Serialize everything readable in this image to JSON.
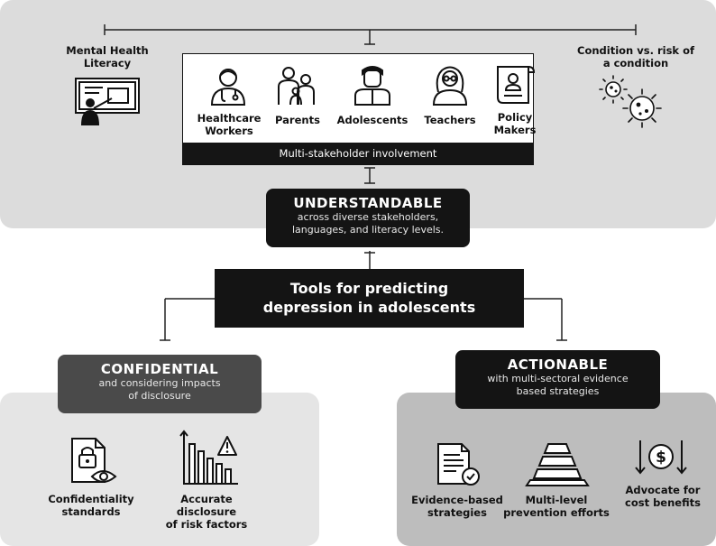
{
  "top_section": {
    "left_label": "Mental Health\nLiteracy",
    "right_label": "Condition vs. risk of\na condition",
    "stakeholders": [
      {
        "label": "Healthcare\nWorkers",
        "icon": "healthcare-worker-icon"
      },
      {
        "label": "Parents",
        "icon": "parents-icon"
      },
      {
        "label": "Adolescents",
        "icon": "adolescent-icon"
      },
      {
        "label": "Teachers",
        "icon": "teacher-icon"
      },
      {
        "label": "Policy\nMakers",
        "icon": "policy-maker-icon"
      }
    ],
    "stakeholder_bar": "Multi-stakeholder involvement"
  },
  "understandable": {
    "title": "UNDERSTANDABLE",
    "subtitle": "across diverse stakeholders,\nlanguages, and literacy levels."
  },
  "center": {
    "title": "Tools for predicting\ndepression in adolescents"
  },
  "confidential": {
    "title": "CONFIDENTIAL",
    "subtitle": "and considering impacts\nof disclosure",
    "items": [
      {
        "label": "Confidentiality\nstandards",
        "icon": "locked-document-eye-icon"
      },
      {
        "label": "Accurate disclosure\nof risk factors",
        "icon": "bar-chart-warning-icon"
      }
    ]
  },
  "actionable": {
    "title": "ACTIONABLE",
    "subtitle": "with multi-sectoral evidence\nbased strategies",
    "items": [
      {
        "label": "Evidence-based\nstrategies",
        "icon": "verified-document-icon"
      },
      {
        "label": "Multi-level\nprevention efforts",
        "icon": "pyramid-icon"
      },
      {
        "label": "Advocate for\ncost benefits",
        "icon": "dollar-arrows-icon"
      }
    ]
  },
  "colors": {
    "top_panel": "#dcdcdc",
    "confidential_panel": "#e5e5e5",
    "actionable_panel": "#bdbdbd",
    "dark_box": "#141414",
    "confidential_box": "#4a4a4a"
  }
}
